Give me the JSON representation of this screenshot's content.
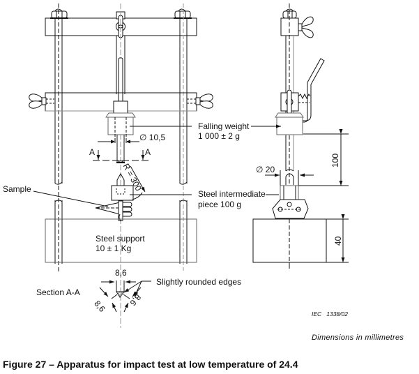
{
  "figure": {
    "caption": "Figure 27 – Apparatus for impact test at low temperature of 24.4",
    "units_note": "Dimensions in millimetres",
    "reference": "IEC   1338/02"
  },
  "labels": {
    "falling_weight_line1": "Falling weight",
    "falling_weight_line2": "1 000 ± 2 g",
    "steel_intermediate_line1": "Steel intermediate",
    "steel_intermediate_line2": "piece 100 g",
    "sample": "Sample",
    "steel_support_line1": "Steel support",
    "steel_support_line2": "10 ± 1 Kg",
    "section": "Section A-A",
    "rounded_edges": "Slightly rounded edges",
    "section_marker_left": "A",
    "section_marker_right": "A"
  },
  "dimensions": {
    "rod_diameter": "∅ 10,5",
    "radius": "R = 300",
    "side_diameter": "∅ 20",
    "drop_height": "100",
    "support_height": "40",
    "section_top": "8,6",
    "section_left": "8,6",
    "section_right": "8,6"
  }
}
